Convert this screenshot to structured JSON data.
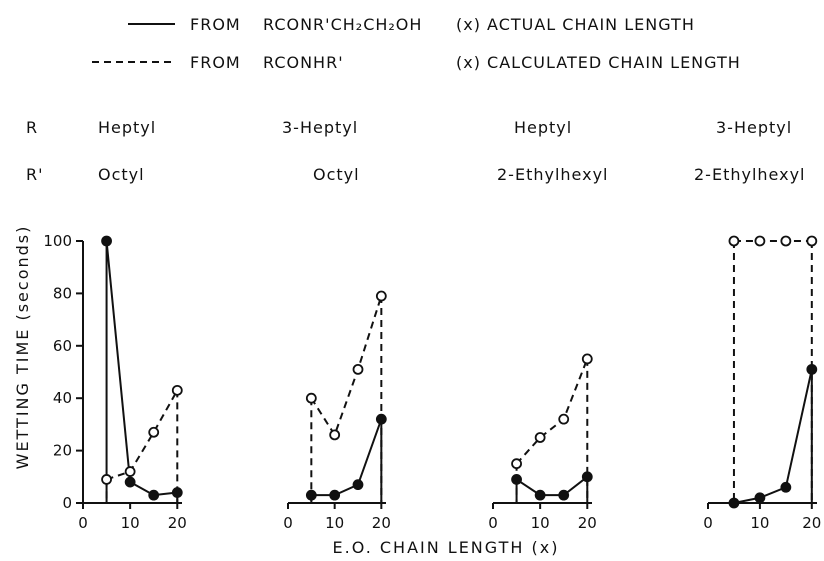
{
  "chart_data": {
    "type": "line",
    "legend": {
      "solid_prefix": "FROM",
      "solid_formula": "RCONR'CH₂CH₂OH",
      "solid_desc": "(x) ACTUAL CHAIN LENGTH",
      "dashed_prefix": "FROM",
      "dashed_formula": "RCONHR'",
      "dashed_desc": "(x) CALCULATED CHAIN LENGTH"
    },
    "row_labels": {
      "r": "R",
      "r_prime": "R'"
    },
    "ylabel": "WETTING TIME (seconds)",
    "xlabel": "E.O. CHAIN LENGTH (x)",
    "ylim": [
      0,
      100
    ],
    "xlim": [
      0,
      21
    ],
    "y_ticks": [
      "0",
      "20",
      "40",
      "60",
      "80",
      "100"
    ],
    "x_ticks": [
      "0",
      "10",
      "20"
    ],
    "panels": [
      {
        "r": "Heptyl",
        "r_prime": "Octyl",
        "series": [
          {
            "style": "solid",
            "x": [
              5,
              10,
              15,
              20
            ],
            "y": [
              100,
              8,
              3,
              4
            ]
          },
          {
            "style": "dashed",
            "x": [
              5,
              10,
              15,
              20
            ],
            "y": [
              9,
              12,
              27,
              43
            ]
          }
        ]
      },
      {
        "r": "3-Heptyl",
        "r_prime": "Octyl",
        "series": [
          {
            "style": "solid",
            "x": [
              5,
              10,
              15,
              20
            ],
            "y": [
              3,
              3,
              7,
              32
            ]
          },
          {
            "style": "dashed",
            "x": [
              5,
              10,
              15,
              20
            ],
            "y": [
              40,
              26,
              51,
              79
            ]
          }
        ]
      },
      {
        "r": "Heptyl",
        "r_prime": "2-Ethylhexyl",
        "series": [
          {
            "style": "solid",
            "x": [
              5,
              10,
              15,
              20
            ],
            "y": [
              9,
              3,
              3,
              10
            ]
          },
          {
            "style": "dashed",
            "x": [
              5,
              10,
              15,
              20
            ],
            "y": [
              15,
              25,
              32,
              55
            ]
          }
        ]
      },
      {
        "r": "3-Heptyl",
        "r_prime": "2-Ethylhexyl",
        "series": [
          {
            "style": "solid",
            "x": [
              5,
              10,
              15,
              20
            ],
            "y": [
              0,
              2,
              6,
              51
            ]
          },
          {
            "style": "dashed",
            "x": [
              5,
              10,
              15,
              20
            ],
            "y": [
              100,
              100,
              100,
              100
            ]
          }
        ]
      }
    ]
  }
}
